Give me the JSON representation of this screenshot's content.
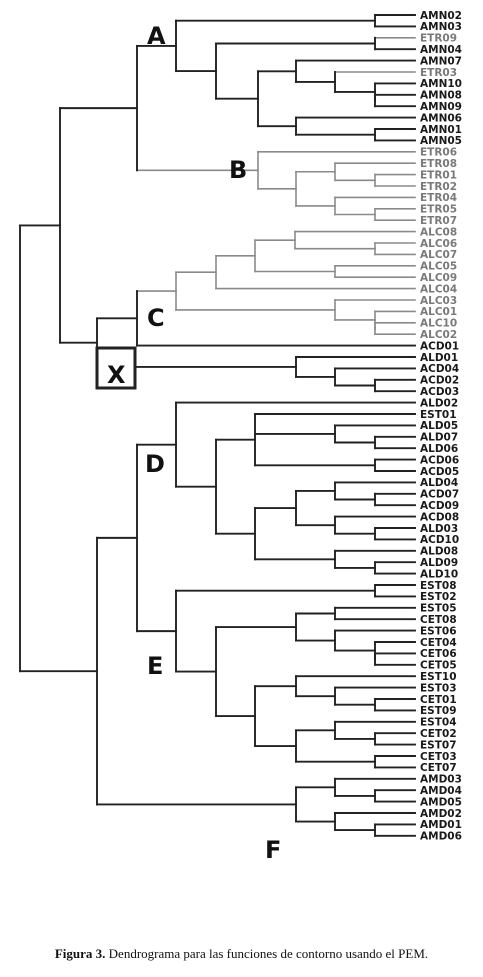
{
  "figure": {
    "caption_label": "Figura 3.",
    "caption_text": "Dendrograma para las funciones de contorno usando el PEM.",
    "line_colors": {
      "dark": "#222222",
      "light": "#8a8a8a"
    }
  },
  "group_labels": [
    "A",
    "B",
    "C",
    "X",
    "D",
    "E",
    "F"
  ],
  "leaves": [
    {
      "label": "AMN02",
      "shade": "dark"
    },
    {
      "label": "AMN03",
      "shade": "dark"
    },
    {
      "label": "ETR09",
      "shade": "light"
    },
    {
      "label": "AMN04",
      "shade": "dark"
    },
    {
      "label": "AMN07",
      "shade": "dark"
    },
    {
      "label": "ETR03",
      "shade": "light"
    },
    {
      "label": "AMN10",
      "shade": "dark"
    },
    {
      "label": "AMN08",
      "shade": "dark"
    },
    {
      "label": "AMN09",
      "shade": "dark"
    },
    {
      "label": "AMN06",
      "shade": "dark"
    },
    {
      "label": "AMN01",
      "shade": "dark"
    },
    {
      "label": "AMN05",
      "shade": "dark"
    },
    {
      "label": "ETR06",
      "shade": "light"
    },
    {
      "label": "ETR08",
      "shade": "light"
    },
    {
      "label": "ETR01",
      "shade": "light"
    },
    {
      "label": "ETR02",
      "shade": "light"
    },
    {
      "label": "ETR04",
      "shade": "light"
    },
    {
      "label": "ETR05",
      "shade": "light"
    },
    {
      "label": "ETR07",
      "shade": "light"
    },
    {
      "label": "ALC08",
      "shade": "light"
    },
    {
      "label": "ALC06",
      "shade": "light"
    },
    {
      "label": "ALC07",
      "shade": "light"
    },
    {
      "label": "ALC05",
      "shade": "light"
    },
    {
      "label": "ALC09",
      "shade": "light"
    },
    {
      "label": "ALC04",
      "shade": "light"
    },
    {
      "label": "ALC03",
      "shade": "light"
    },
    {
      "label": "ALC01",
      "shade": "light"
    },
    {
      "label": "ALC10",
      "shade": "light"
    },
    {
      "label": "ALC02",
      "shade": "light"
    },
    {
      "label": "ACD01",
      "shade": "dark"
    },
    {
      "label": "ALD01",
      "shade": "dark"
    },
    {
      "label": "ACD04",
      "shade": "dark"
    },
    {
      "label": "ACD02",
      "shade": "dark"
    },
    {
      "label": "ACD03",
      "shade": "dark"
    },
    {
      "label": "ALD02",
      "shade": "dark"
    },
    {
      "label": "EST01",
      "shade": "dark"
    },
    {
      "label": "ALD05",
      "shade": "dark"
    },
    {
      "label": "ALD07",
      "shade": "dark"
    },
    {
      "label": "ALD06",
      "shade": "dark"
    },
    {
      "label": "ACD06",
      "shade": "dark"
    },
    {
      "label": "ACD05",
      "shade": "dark"
    },
    {
      "label": "ALD04",
      "shade": "dark"
    },
    {
      "label": "ACD07",
      "shade": "dark"
    },
    {
      "label": "ACD09",
      "shade": "dark"
    },
    {
      "label": "ACD08",
      "shade": "dark"
    },
    {
      "label": "ALD03",
      "shade": "dark"
    },
    {
      "label": "ACD10",
      "shade": "dark"
    },
    {
      "label": "ALD08",
      "shade": "dark"
    },
    {
      "label": "ALD09",
      "shade": "dark"
    },
    {
      "label": "ALD10",
      "shade": "dark"
    },
    {
      "label": "EST08",
      "shade": "dark"
    },
    {
      "label": "EST02",
      "shade": "dark"
    },
    {
      "label": "EST05",
      "shade": "dark"
    },
    {
      "label": "CET08",
      "shade": "dark"
    },
    {
      "label": "EST06",
      "shade": "dark"
    },
    {
      "label": "CET04",
      "shade": "dark"
    },
    {
      "label": "CET06",
      "shade": "dark"
    },
    {
      "label": "CET05",
      "shade": "dark"
    },
    {
      "label": "EST10",
      "shade": "dark"
    },
    {
      "label": "EST03",
      "shade": "dark"
    },
    {
      "label": "CET01",
      "shade": "dark"
    },
    {
      "label": "EST09",
      "shade": "dark"
    },
    {
      "label": "EST04",
      "shade": "dark"
    },
    {
      "label": "CET02",
      "shade": "dark"
    },
    {
      "label": "EST07",
      "shade": "dark"
    },
    {
      "label": "CET03",
      "shade": "dark"
    },
    {
      "label": "CET07",
      "shade": "dark"
    },
    {
      "label": "AMD03",
      "shade": "dark"
    },
    {
      "label": "AMD04",
      "shade": "dark"
    },
    {
      "label": "AMD05",
      "shade": "dark"
    },
    {
      "label": "AMD02",
      "shade": "dark"
    },
    {
      "label": "AMD01",
      "shade": "dark"
    },
    {
      "label": "AMD06",
      "shade": "dark"
    }
  ]
}
